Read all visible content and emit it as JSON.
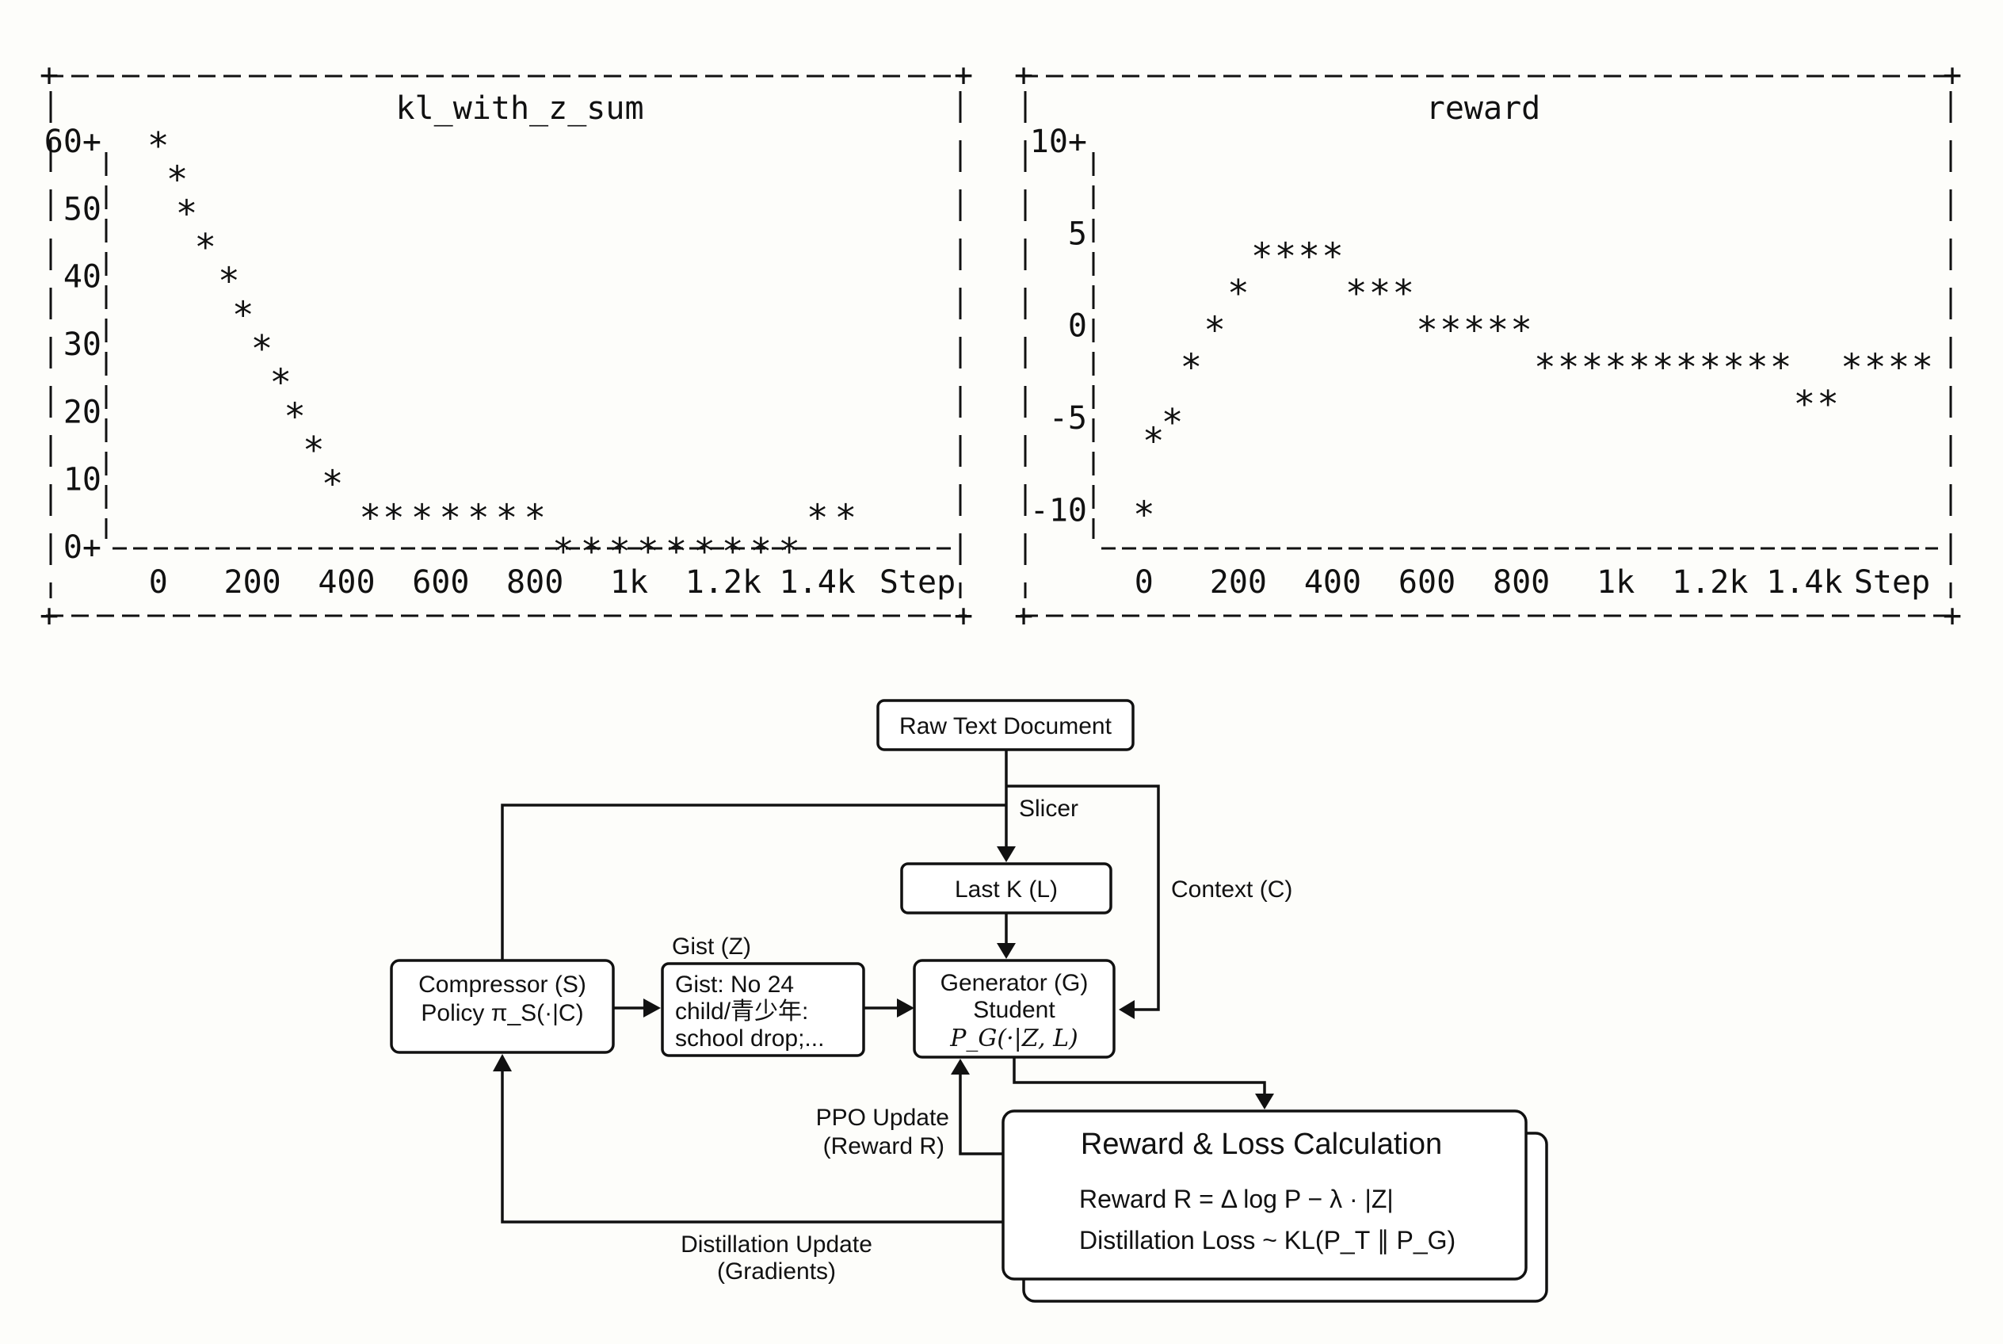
{
  "chart_data": [
    {
      "type": "scatter",
      "title": "kl_with_z_sum",
      "xlabel": "Step",
      "ylabel": "",
      "x_ticks": [
        "0",
        "200",
        "400",
        "600",
        "800",
        "1k",
        "1.2k",
        "1.4k"
      ],
      "y_ticks": [
        "60+",
        "50",
        "40",
        "30",
        "20",
        "10",
        "0+"
      ],
      "xlim": [
        -40,
        1700
      ],
      "ylim": [
        0,
        60
      ],
      "grid": false,
      "marker": "*",
      "x": [
        0,
        40,
        60,
        100,
        150,
        180,
        220,
        260,
        290,
        330,
        370,
        450,
        500,
        560,
        620,
        680,
        740,
        800,
        860,
        920,
        980,
        1040,
        1100,
        1160,
        1220,
        1280,
        1340,
        1400,
        1460
      ],
      "y": [
        60,
        55,
        50,
        45,
        40,
        35,
        30,
        25,
        20,
        15,
        10,
        5,
        5,
        5,
        5,
        5,
        5,
        5,
        0,
        0,
        0,
        0,
        0,
        0,
        0,
        0,
        0,
        5,
        5
      ]
    },
    {
      "type": "scatter",
      "title": "reward",
      "xlabel": "Step",
      "ylabel": "",
      "x_ticks": [
        "0",
        "200",
        "400",
        "600",
        "800",
        "1k",
        "1.2k",
        "1.4k"
      ],
      "y_ticks": [
        "10+",
        "5",
        "0",
        "-5",
        "-10"
      ],
      "xlim": [
        -40,
        1700
      ],
      "ylim": [
        -12,
        10
      ],
      "grid": false,
      "marker": "*",
      "x": [
        0,
        20,
        60,
        100,
        150,
        200,
        250,
        300,
        350,
        400,
        450,
        500,
        550,
        600,
        650,
        700,
        750,
        800,
        850,
        900,
        950,
        1000,
        1050,
        1100,
        1150,
        1200,
        1250,
        1300,
        1350,
        1400,
        1450,
        1500,
        1550,
        1600,
        1650
      ],
      "y": [
        -10,
        -6,
        -5,
        -2,
        0,
        2,
        4,
        4,
        4,
        4,
        2,
        2,
        2,
        0,
        0,
        0,
        0,
        0,
        -2,
        -2,
        -2,
        -2,
        -2,
        -2,
        -2,
        -2,
        -2,
        -2,
        -2,
        -4,
        -4,
        -2,
        -2,
        -2,
        -2
      ]
    }
  ],
  "diagram": {
    "nodes": {
      "raw_text": {
        "label": "Raw Text Document"
      },
      "last_k": {
        "label": "Last K (L)"
      },
      "compressor": {
        "line1": "Compressor (S)",
        "line2": "Policy π_S(·|C)"
      },
      "gist_box": {
        "line1": "Gist: No 24",
        "line2": "child/青少年:",
        "line3": "school drop;..."
      },
      "generator": {
        "line1": "Generator (G)",
        "line2": "Student",
        "line3": "P_G(·|Z, L)"
      },
      "reward_panel": {
        "title": "Reward & Loss Calculation",
        "reward_line": "Reward R = Δ log P − λ · |Z|",
        "loss_line": "Distillation Loss ~ KL(P_T ∥ P_G)"
      }
    },
    "labels": {
      "slicer": "Slicer",
      "context": "Context (C)",
      "gist": "Gist (Z)",
      "ppo_1": "PPO Update",
      "ppo_2": "(Reward R)",
      "distill_1": "Distillation Update",
      "distill_2": "(Gradients)"
    }
  }
}
